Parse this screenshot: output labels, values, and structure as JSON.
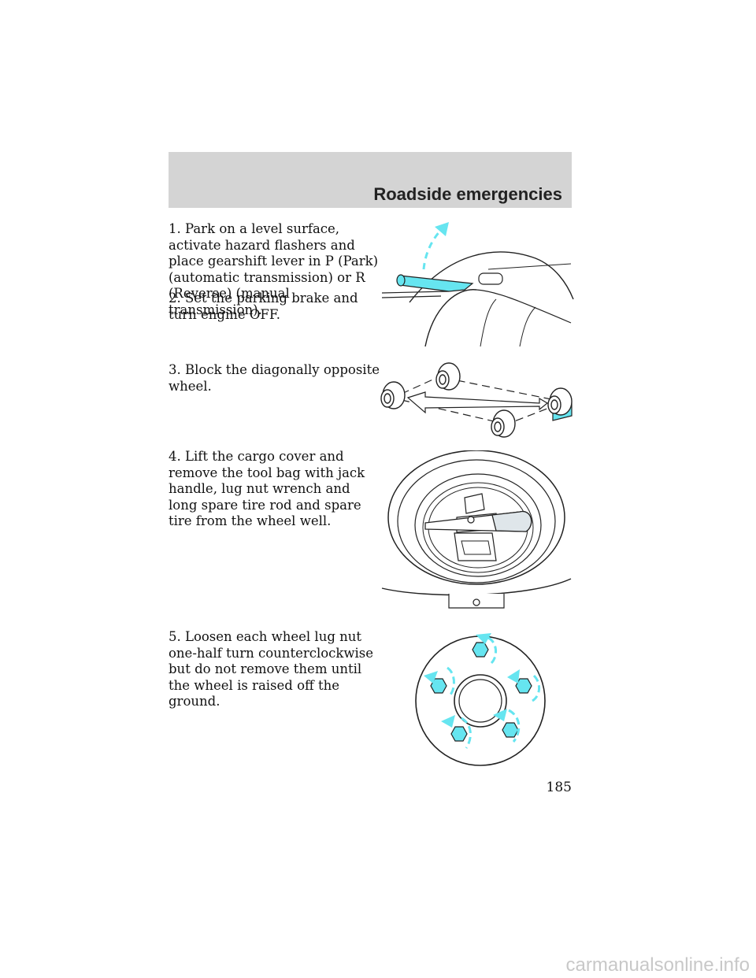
{
  "header": {
    "title": "Roadside emergencies"
  },
  "steps": [
    {
      "text": "1. Park on a level surface, activate hazard flashers and place gearshift lever in P (Park) (automatic transmission) or R (Reverse) (manual transmission)."
    },
    {
      "text": "2. Set the parking brake and turn engine OFF."
    },
    {
      "text": "3. Block the diagonally opposite wheel."
    },
    {
      "text": "4. Lift the cargo cover and remove the tool bag with jack handle, lug nut wrench and long spare tire rod and spare tire from the wheel well."
    },
    {
      "text": "5. Loosen each wheel lug nut one-half turn counterclockwise but do not remove them until the wheel is raised off the ground."
    }
  ],
  "page_number": "185",
  "watermark": "carmanualsonline.info",
  "colors": {
    "header_band": "#d4d4d4",
    "highlight": "#66e5f0",
    "line": "#222222"
  },
  "figures": {
    "parking_brake": "parking-brake-illustration",
    "wheel_blocking": "wheel-blocking-illustration",
    "spare_tire": "spare-tire-jack-illustration",
    "lug_nuts": "lug-nut-loosening-illustration"
  }
}
